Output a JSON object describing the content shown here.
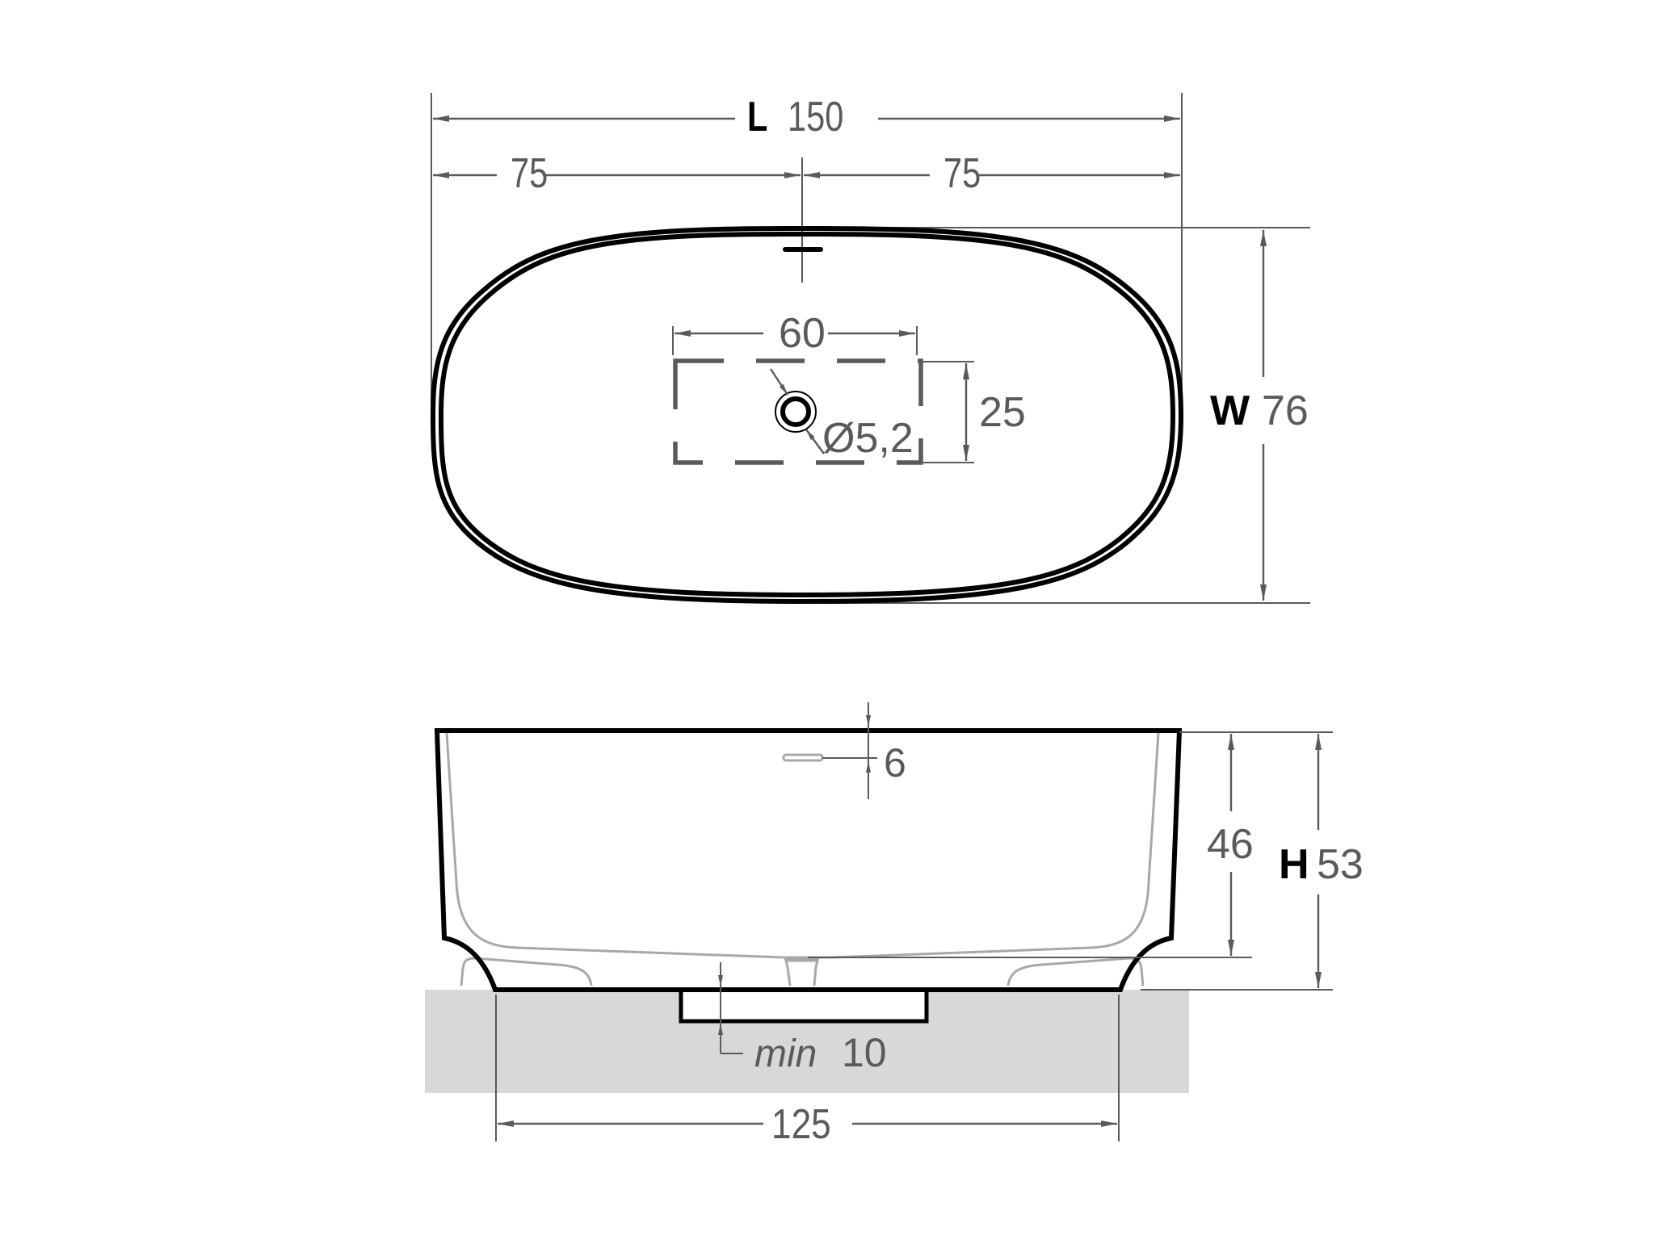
{
  "title": "Freestanding bathtub dimension drawing",
  "colors": {
    "outline": "#000000",
    "dimension": "#5a5a5a",
    "inner_profile": "#a8a8a8",
    "floor": "#d7d8d9",
    "background": "#ffffff"
  },
  "top_view": {
    "length": {
      "label": "L",
      "value": "150"
    },
    "half_left": {
      "value": "75"
    },
    "half_right": {
      "value": "75"
    },
    "width": {
      "label": "W",
      "value": "76"
    },
    "drain_zone_width": {
      "value": "60"
    },
    "drain_zone_depth": {
      "value": "25"
    },
    "drain_diameter": {
      "value": "Ø5,2"
    }
  },
  "side_view": {
    "overflow_offset": {
      "value": "6"
    },
    "inner_depth": {
      "value": "46"
    },
    "height": {
      "label": "H",
      "value": "53"
    },
    "floor_recess": {
      "prefix": "min",
      "value": "10"
    },
    "base_length": {
      "value": "125"
    }
  }
}
